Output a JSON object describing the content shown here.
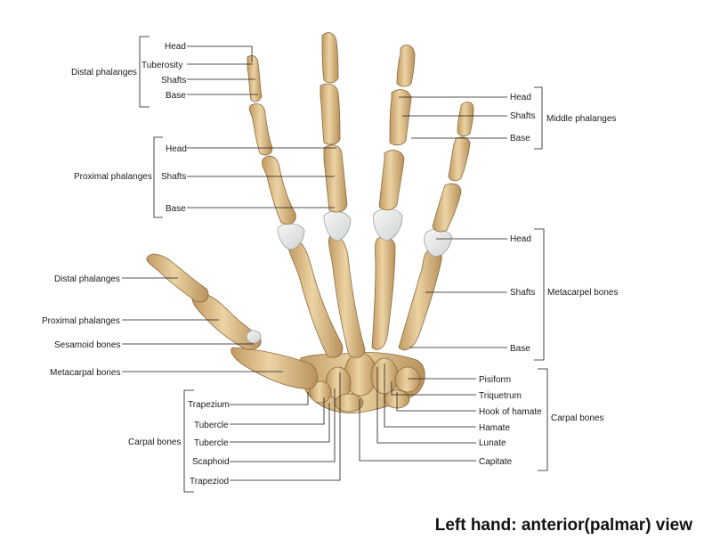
{
  "caption": "Left hand: anterior(palmar) view",
  "labels": {
    "distal_group": "Distal phalanges",
    "distal_head": "Head",
    "distal_tuberosity": "Tuberosity",
    "distal_shafts": "Shafts",
    "distal_base": "Base",
    "proximal_group": "Proximal phalanges",
    "proximal_head": "Head",
    "proximal_shafts": "Shafts",
    "proximal_base": "Base",
    "middle_group": "Middle phalanges",
    "middle_head": "Head",
    "middle_shafts": "Shafts",
    "middle_base": "Base",
    "metacarpal_group": "Metacarpel bones",
    "metacarpal_head": "Head",
    "metacarpal_shafts": "Shafts",
    "metacarpal_base": "Base",
    "thumb_distal": "Distal phalanges",
    "thumb_proximal": "Proximal phalanges",
    "sesamoid": "Sesamoid bones",
    "thumb_metacarpal": "Metacarpal bones",
    "carpal_left_group": "Carpal bones",
    "trapezium": "Trapezium",
    "tubercle_1": "Tubercle",
    "tubercle_2": "Tubercle",
    "scaphoid": "Scaphoid",
    "trapezoid": "Trapeziod",
    "carpal_right_group": "Carpal bones",
    "pisiform": "Pisiform",
    "triquetrum": "Triquetrum",
    "hook_of_hamate": "Hook of hamate",
    "hamate": "Hamate",
    "lunate": "Lunate",
    "capitate": "Capitate"
  },
  "colors": {
    "bone": "#e3c28c",
    "bone_shadow": "#b8915a",
    "cartilage": "#e9ecea"
  }
}
